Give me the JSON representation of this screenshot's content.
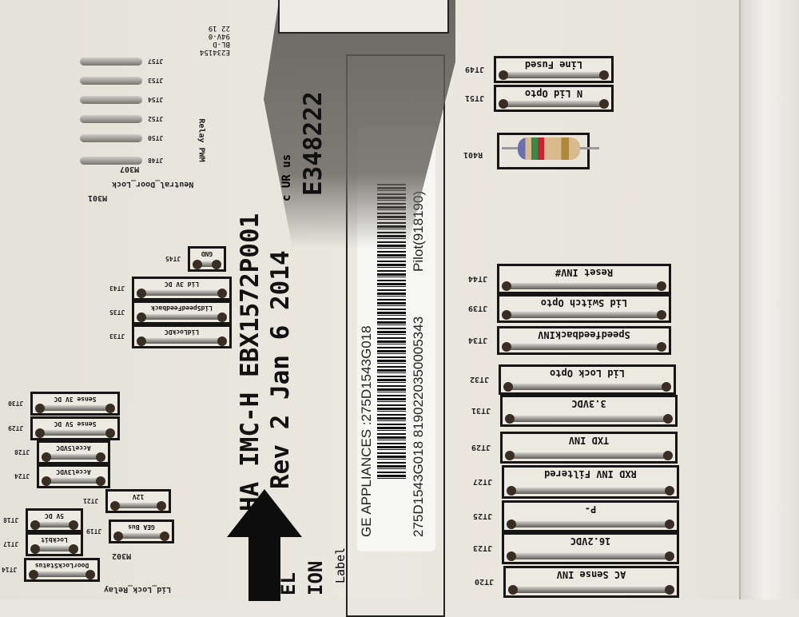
{
  "board": {
    "model_line": "HA IMC-H EBX1572P001",
    "rev_line": "Rev 2 Jan 6 2014",
    "cert_number": "E348222",
    "ul_mark": "c UR us",
    "ul_block": [
      "E234154",
      "BL-D",
      "94V-0",
      "22 19"
    ],
    "label_text": "Label",
    "partial_text_1": "EL",
    "partial_text_2": "ION",
    "resistor_label": "R401",
    "relay_pwm": "Relay PWM",
    "neutral_door_lock": "Neutral_Door_Lock",
    "lid_lock_relay": "Lid_Lock_Relay",
    "m_labels": [
      "M307",
      "M301",
      "M302"
    ]
  },
  "sticker": {
    "line1": "GE APPLIANCES :275D1543G018",
    "line2": "275D1543G018 8190220350005343",
    "line3": "Pilot(918190)"
  },
  "right_jumpers": [
    {
      "id": "JT49",
      "label": "Line Fused"
    },
    {
      "id": "JT51",
      "label": "N Lid Opto"
    },
    {
      "id": "JT44",
      "label": "Reset INV#"
    },
    {
      "id": "JT39",
      "label": "Lid Switch Opto"
    },
    {
      "id": "JT34",
      "label": "SpeedfeedbackINV"
    },
    {
      "id": "JT32",
      "label": "Lid Lock Opto"
    },
    {
      "id": "JT31",
      "label": "3.3VDC"
    },
    {
      "id": "JT29",
      "label": "TXD INV"
    },
    {
      "id": "JT27",
      "label": "RXD INV Filtered"
    },
    {
      "id": "JT25",
      "label": "P-"
    },
    {
      "id": "JT23",
      "label": "16.2VDC"
    },
    {
      "id": "JT20",
      "label": "AC Sense INV"
    }
  ],
  "left_jumpers": [
    {
      "id": "JT45",
      "label": "GND"
    },
    {
      "id": "JT43",
      "label": "Lid 3V DC"
    },
    {
      "id": "JT35",
      "label": "LidSpeedFeedback"
    },
    {
      "id": "JT33",
      "label": "LidLockDC"
    },
    {
      "id": "JT30",
      "label": "Sense 3V DC"
    },
    {
      "id": "JT29",
      "label": "Sense 5V DC"
    },
    {
      "id": "JT28",
      "label": "Accel5VDC"
    },
    {
      "id": "JT24",
      "label": "Accel3VDC"
    },
    {
      "id": "JT21",
      "label": "12V"
    },
    {
      "id": "JT19",
      "label": "GEA Bus"
    },
    {
      "id": "JT18",
      "label": "5V DC"
    },
    {
      "id": "JT17",
      "label": "Lockbit"
    },
    {
      "id": "JT14",
      "label": "DoorLockStatus"
    }
  ],
  "top_left_jumper_ids": [
    "JT57",
    "JT53",
    "JT54",
    "JT52",
    "JT50",
    "JT48"
  ],
  "colors": {
    "board": "#e9e6df",
    "silkscreen": "#151515",
    "sticker": "#f6f6f4"
  }
}
